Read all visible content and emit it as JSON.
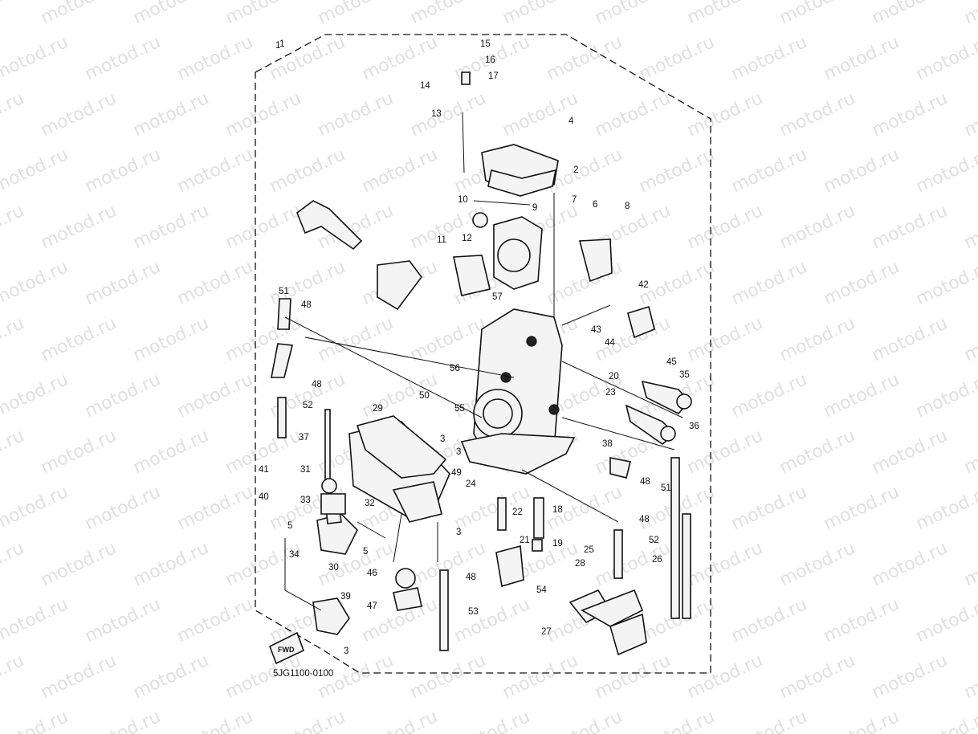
{
  "watermark": "motod.ru",
  "diagram_code": "5JG1100-0100",
  "fwd_badge": "FWD",
  "group_number": "1",
  "colors": {
    "line": "#111111",
    "watermark": "#c8c8c8",
    "background": "#ffffff"
  },
  "callouts": [
    {
      "n": "1"
    },
    {
      "n": "2"
    },
    {
      "n": "3"
    },
    {
      "n": "3"
    },
    {
      "n": "3"
    },
    {
      "n": "3"
    },
    {
      "n": "4"
    },
    {
      "n": "5"
    },
    {
      "n": "5"
    },
    {
      "n": "6"
    },
    {
      "n": "7"
    },
    {
      "n": "8"
    },
    {
      "n": "9"
    },
    {
      "n": "10"
    },
    {
      "n": "11"
    },
    {
      "n": "12"
    },
    {
      "n": "13"
    },
    {
      "n": "14"
    },
    {
      "n": "15"
    },
    {
      "n": "16"
    },
    {
      "n": "17"
    },
    {
      "n": "18"
    },
    {
      "n": "19"
    },
    {
      "n": "20"
    },
    {
      "n": "21"
    },
    {
      "n": "22"
    },
    {
      "n": "23"
    },
    {
      "n": "24"
    },
    {
      "n": "25"
    },
    {
      "n": "26"
    },
    {
      "n": "27"
    },
    {
      "n": "28"
    },
    {
      "n": "29"
    },
    {
      "n": "30"
    },
    {
      "n": "31"
    },
    {
      "n": "32"
    },
    {
      "n": "33"
    },
    {
      "n": "34"
    },
    {
      "n": "35"
    },
    {
      "n": "36"
    },
    {
      "n": "37"
    },
    {
      "n": "38"
    },
    {
      "n": "39"
    },
    {
      "n": "40"
    },
    {
      "n": "41"
    },
    {
      "n": "42"
    },
    {
      "n": "43"
    },
    {
      "n": "44"
    },
    {
      "n": "45"
    },
    {
      "n": "46"
    },
    {
      "n": "47"
    },
    {
      "n": "48"
    },
    {
      "n": "48"
    },
    {
      "n": "48"
    },
    {
      "n": "48"
    },
    {
      "n": "48"
    },
    {
      "n": "49"
    },
    {
      "n": "50"
    },
    {
      "n": "51"
    },
    {
      "n": "51"
    },
    {
      "n": "52"
    },
    {
      "n": "52"
    },
    {
      "n": "53"
    },
    {
      "n": "54"
    },
    {
      "n": "55"
    },
    {
      "n": "56"
    },
    {
      "n": "57"
    }
  ]
}
